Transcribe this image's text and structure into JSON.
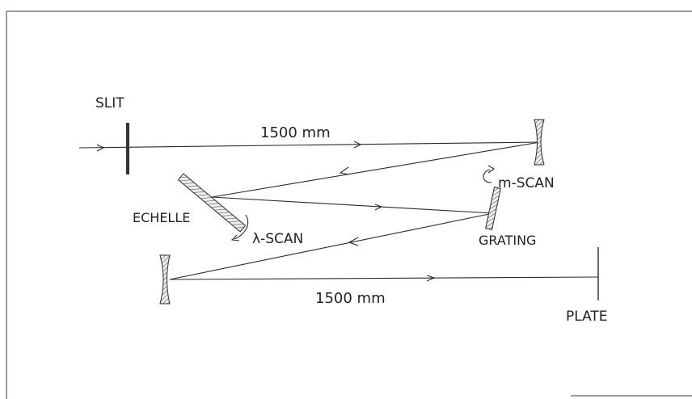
{
  "labels": {
    "slit": "SLIT",
    "distance_top": "1500 mm",
    "distance_bottom": "1500 mm",
    "m_scan": "m-SCAN",
    "echelle": "ECHELLE",
    "lambda_scan": "λ-SCAN",
    "grating": "GRATING",
    "plate": "PLATE"
  },
  "colors": {
    "ink": "#2a2a2a",
    "hatch": "#d8d8d8",
    "background": "#ffffff"
  }
}
